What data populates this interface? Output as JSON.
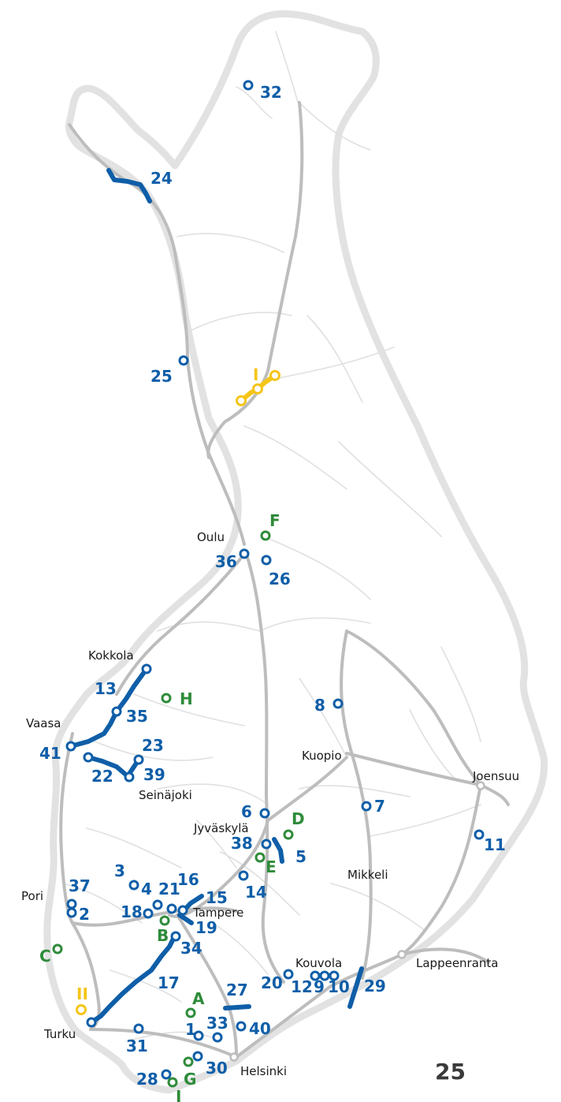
{
  "colors": {
    "blue": "#0f5ea8",
    "green": "#2e8b3a",
    "yellow": "#f5c518",
    "road_main": "#bdbdbd",
    "road_minor": "#e0e0e0",
    "text": "#1a1a1a",
    "page_number": "#3a3a3a"
  },
  "cities": [
    {
      "id": "oulu",
      "name": "Oulu"
    },
    {
      "id": "kokkola",
      "name": "Kokkola"
    },
    {
      "id": "vaasa",
      "name": "Vaasa"
    },
    {
      "id": "seinajoki",
      "name": "Seinäjoki"
    },
    {
      "id": "kuopio",
      "name": "Kuopio"
    },
    {
      "id": "joensuu",
      "name": "Joensuu"
    },
    {
      "id": "jyvaskyla",
      "name": "Jyväskylä"
    },
    {
      "id": "mikkeli",
      "name": "Mikkeli"
    },
    {
      "id": "pori",
      "name": "Pori"
    },
    {
      "id": "tampere",
      "name": "Tampere"
    },
    {
      "id": "kouvola",
      "name": "Kouvola"
    },
    {
      "id": "lappeenranta",
      "name": "Lappeenranta"
    },
    {
      "id": "turku",
      "name": "Turku"
    },
    {
      "id": "helsinki",
      "name": "Helsinki"
    }
  ],
  "labels": [
    "32",
    "24",
    "25",
    "I",
    "F",
    "36",
    "26",
    "13",
    "H",
    "35",
    "8",
    "41",
    "23",
    "22",
    "39",
    "6",
    "D",
    "7",
    "38",
    "5",
    "E",
    "11",
    "3",
    "16",
    "4",
    "21",
    "15",
    "14",
    "37",
    "2",
    "18",
    "19",
    "B",
    "34",
    "C",
    "20",
    "12",
    "9",
    "10",
    "29",
    "17",
    "27",
    "II",
    "A",
    "33",
    "40",
    "1",
    "31",
    "30",
    "28",
    "G",
    "I"
  ],
  "page_number": "25"
}
